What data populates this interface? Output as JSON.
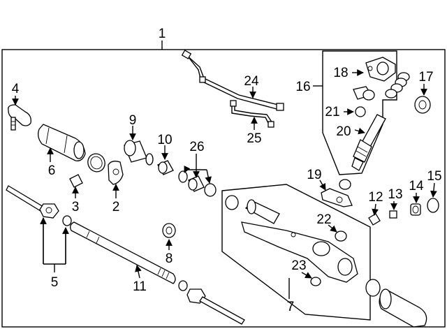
{
  "diagram": {
    "callouts": {
      "c1": "1",
      "c2": "2",
      "c3": "3",
      "c4": "4",
      "c5": "5",
      "c6": "6",
      "c7": "7",
      "c8": "8",
      "c9": "9",
      "c10": "10",
      "c11": "11",
      "c12": "12",
      "c13": "13",
      "c14": "14",
      "c15": "15",
      "c16": "16",
      "c17": "17",
      "c18": "18",
      "c19": "19",
      "c20": "20",
      "c21": "21",
      "c22": "22",
      "c23": "23",
      "c24": "24",
      "c25": "25",
      "c26": "26"
    }
  }
}
